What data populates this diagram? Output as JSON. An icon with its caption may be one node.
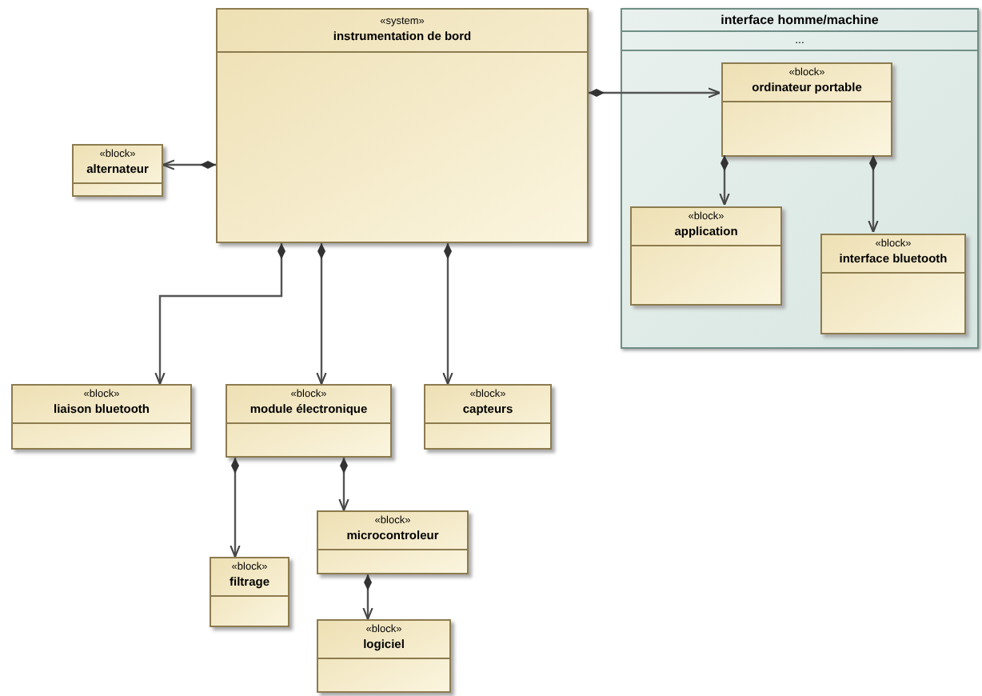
{
  "diagram": {
    "nodes": [
      {
        "text": [
          "«system»",
          "instrumentation de bord"
        ]
      },
      {
        "text": [
          "interface homme/machine",
          "..."
        ]
      },
      {
        "text": [
          "«block»",
          "ordinateur portable"
        ],
        "in": 1
      },
      {
        "text": [
          "«block»",
          "application"
        ],
        "in": 1
      },
      {
        "text": [
          "«block»",
          "interface bluetooth"
        ],
        "in": 1
      },
      {
        "text": [
          "«block»",
          "alternateur"
        ]
      },
      {
        "text": [
          "«block»",
          "liaison bluetooth"
        ]
      },
      {
        "text": [
          "«block»",
          "module électronique"
        ]
      },
      {
        "text": [
          "«block»",
          "capteurs"
        ]
      },
      {
        "text": [
          "«block»",
          "filtrage"
        ]
      },
      {
        "text": [
          "«block»",
          "microcontroleur"
        ]
      },
      {
        "text": [
          "«block»",
          "logiciel"
        ]
      }
    ],
    "edges": [
      {
        "from": 0,
        "to": 5,
        "arrow": "to"
      },
      {
        "from": 0,
        "to": 2,
        "arrow": "to"
      },
      {
        "from": 0,
        "to": 6,
        "arrow": "to"
      },
      {
        "from": 0,
        "to": 7,
        "arrow": "to"
      },
      {
        "from": 0,
        "to": 8,
        "arrow": "to"
      },
      {
        "from": 2,
        "to": 3,
        "arrow": "to"
      },
      {
        "from": 2,
        "to": 4,
        "arrow": "to"
      },
      {
        "from": 7,
        "to": 9,
        "arrow": "to"
      },
      {
        "from": 7,
        "to": 10,
        "arrow": "to"
      },
      {
        "from": 10,
        "to": 11,
        "arrow": "to"
      }
    ]
  }
}
